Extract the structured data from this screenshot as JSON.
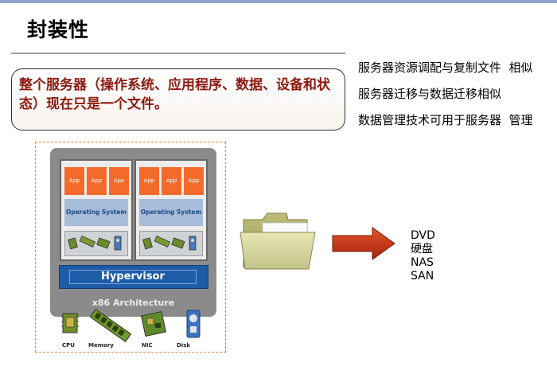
{
  "slide": {
    "title": "封装性",
    "callout": "整个服务器（操作系统、应用程序、数据、设备和状态）现在只是一个文件。",
    "bullets": [
      "服务器资源调配与复制文件  相似",
      "服务器迁移与数据迁移相似",
      "数据管理技术可用于服务器  管理"
    ],
    "media": [
      "DVD",
      "硬盘",
      "NAS",
      "SAN"
    ]
  },
  "diagram": {
    "app_label": "App",
    "os_label": "Operating System",
    "hypervisor_label": "Hypervisor",
    "platform_label": "x86 Architecture",
    "hardware": [
      "CPU",
      "Memory",
      "NIC",
      "Disk"
    ]
  },
  "colors": {
    "callout_text": "#8b1a10",
    "app_orange": "#f26b2b",
    "hypervisor_blue": "#1e5ca8",
    "frame_orange": "#e08a35",
    "arrow_red": "#c8321a",
    "folder_olive": "#c8c98e"
  },
  "icons": [
    "folder-icon",
    "arrow-right-icon",
    "cpu-icon",
    "memory-icon",
    "nic-icon",
    "disk-icon"
  ]
}
